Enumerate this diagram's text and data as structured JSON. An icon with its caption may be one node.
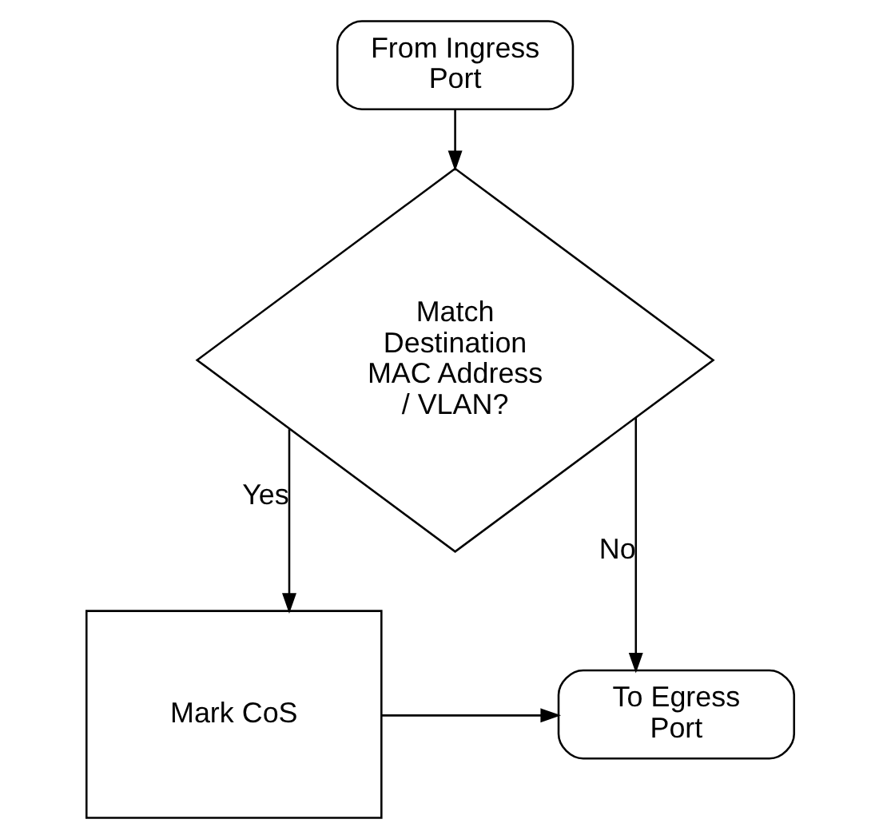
{
  "diagram": {
    "nodes": [
      {
        "text": [
          "From Ingress Port"
        ]
      },
      {
        "text": [
          "Match Destination MAC Address / VLAN?"
        ]
      },
      {
        "text": [
          "Mark CoS"
        ]
      },
      {
        "text": [
          "To Egress Port"
        ]
      }
    ],
    "edges": [
      {
        "from": 0,
        "to": 1,
        "arrow": "to"
      },
      {
        "from": 1,
        "to": 3,
        "arrow": "to",
        "label": "No"
      },
      {
        "from": 1,
        "to": 2,
        "arrow": "to",
        "label": "Yes"
      },
      {
        "from": 2,
        "to": 3,
        "arrow": "to"
      }
    ]
  }
}
